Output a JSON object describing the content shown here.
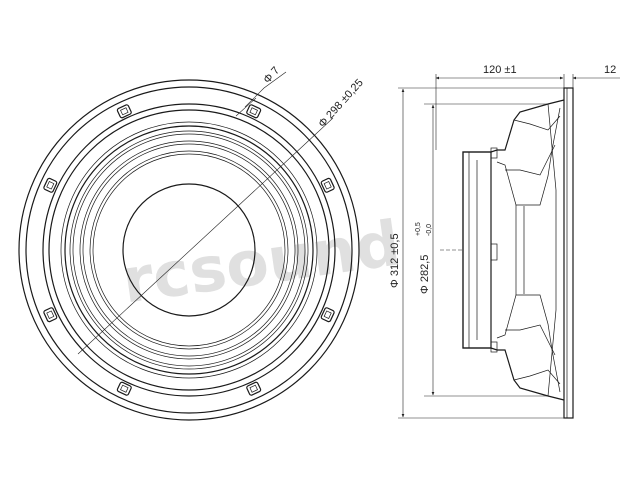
{
  "dimensions": {
    "bolt_hole": "Φ 7",
    "bolt_circle": "Φ 298 ±0,25",
    "depth": "120 ±1",
    "flange": "12",
    "outer_diameter": "Φ 312 ±0,5",
    "cutout_main": "Φ 282,5",
    "cutout_tol_upper": "+0,5",
    "cutout_tol_lower": "-0,0"
  },
  "watermark": "rcsound"
}
